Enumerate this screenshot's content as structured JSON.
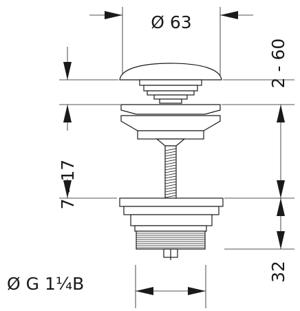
{
  "dimensions": {
    "cap_diameter": "Ø 63",
    "cap_travel": "2 - 60",
    "height_range": "7 - 17",
    "thread_length": "32",
    "thread_spec": "Ø G 1¼B"
  }
}
